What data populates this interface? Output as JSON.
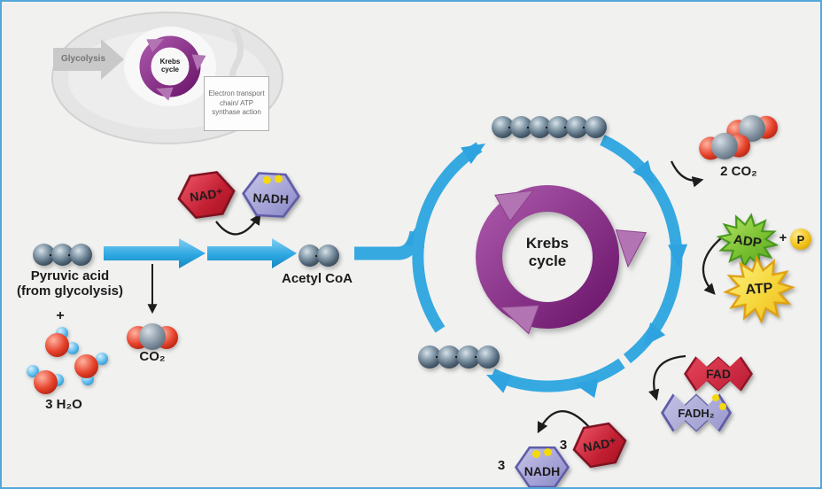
{
  "colors": {
    "background": "#f1f1f0",
    "frame_blue": "#54a7da",
    "arrow_blue": "#36a9e1",
    "krebs_purple_dark": "#7c1d7c",
    "krebs_purple_light": "#b274b2",
    "nad_red": "#c31f33",
    "nadh_lavender": "#a3a1d6",
    "dot_yellow": "#f5d90a",
    "adp_green": "#7cc133",
    "atp_yellow": "#f6d73c",
    "carbon_gray": "#54697b",
    "oxygen_red": "#e6432c",
    "hydrogen_blue": "#58b8ec"
  },
  "inset": {
    "glycolysis_label": "Glycolysis",
    "krebs_line1": "Krebs",
    "krebs_line2": "cycle",
    "etc_box_label": "Electron transport chain/ ATP synthase action"
  },
  "flow": {
    "pyruvic_line1": "Pyruvic acid",
    "pyruvic_line2": "(from glycolysis)",
    "plus_sign": "+",
    "water_label": "3 H₂O",
    "co2_label": "CO₂",
    "acetyl_label": "Acetyl CoA",
    "nad_plus_label": "NAD⁺",
    "nadh_label": "NADH"
  },
  "cycle": {
    "title_line1": "Krebs",
    "title_line2": "cycle",
    "co2_output_label": "2 CO₂",
    "adp_label": "ADP",
    "plus_sign": "+",
    "phosphate_label": "P",
    "atp_label": "ATP",
    "fad_label": "FAD",
    "fadh2_label": "FADH₂",
    "nad_count": "3",
    "nad_label": "NAD⁺",
    "nadh_count": "3",
    "nadh_label": "NADH"
  },
  "molecules": {
    "pyruvic_carbons": 3,
    "acetyl_carbons": 2,
    "citric_carbons": 6,
    "oxaloacetate_carbons": 4
  }
}
